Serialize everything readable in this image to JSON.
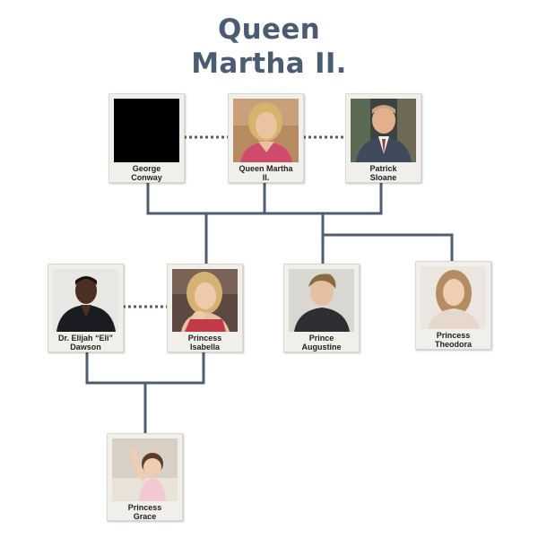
{
  "diagram": {
    "title_line1": "Queen",
    "title_line2": "Martha II."
  },
  "people": {
    "george": {
      "line1": "George",
      "line2": "Conway",
      "photo": "blacked-out"
    },
    "martha": {
      "line1": "Queen Martha",
      "line2": "II.",
      "photo": "portrait-blonde-woman-pink"
    },
    "patrick": {
      "line1": "Patrick",
      "line2": "Sloane",
      "photo": "portrait-man-suit"
    },
    "elijah": {
      "line1": "Dr. Elijah “Eli”",
      "line2": "Dawson",
      "photo": "portrait-man-dark-shirt"
    },
    "isabella": {
      "line1": "Princess",
      "line2": "Isabella",
      "photo": "portrait-blonde-young-woman"
    },
    "augustine": {
      "line1": "Prince",
      "line2": "Augustine",
      "photo": "portrait-young-man"
    },
    "theodora": {
      "line1": "Princess",
      "line2": "Theodora",
      "photo": "portrait-young-woman-light"
    },
    "grace": {
      "line1": "Princess",
      "line2": "Grace",
      "photo": "portrait-baby"
    }
  },
  "colors": {
    "title": "#4a5b72",
    "connector": "#4e5d72",
    "card": "#f1efea"
  }
}
